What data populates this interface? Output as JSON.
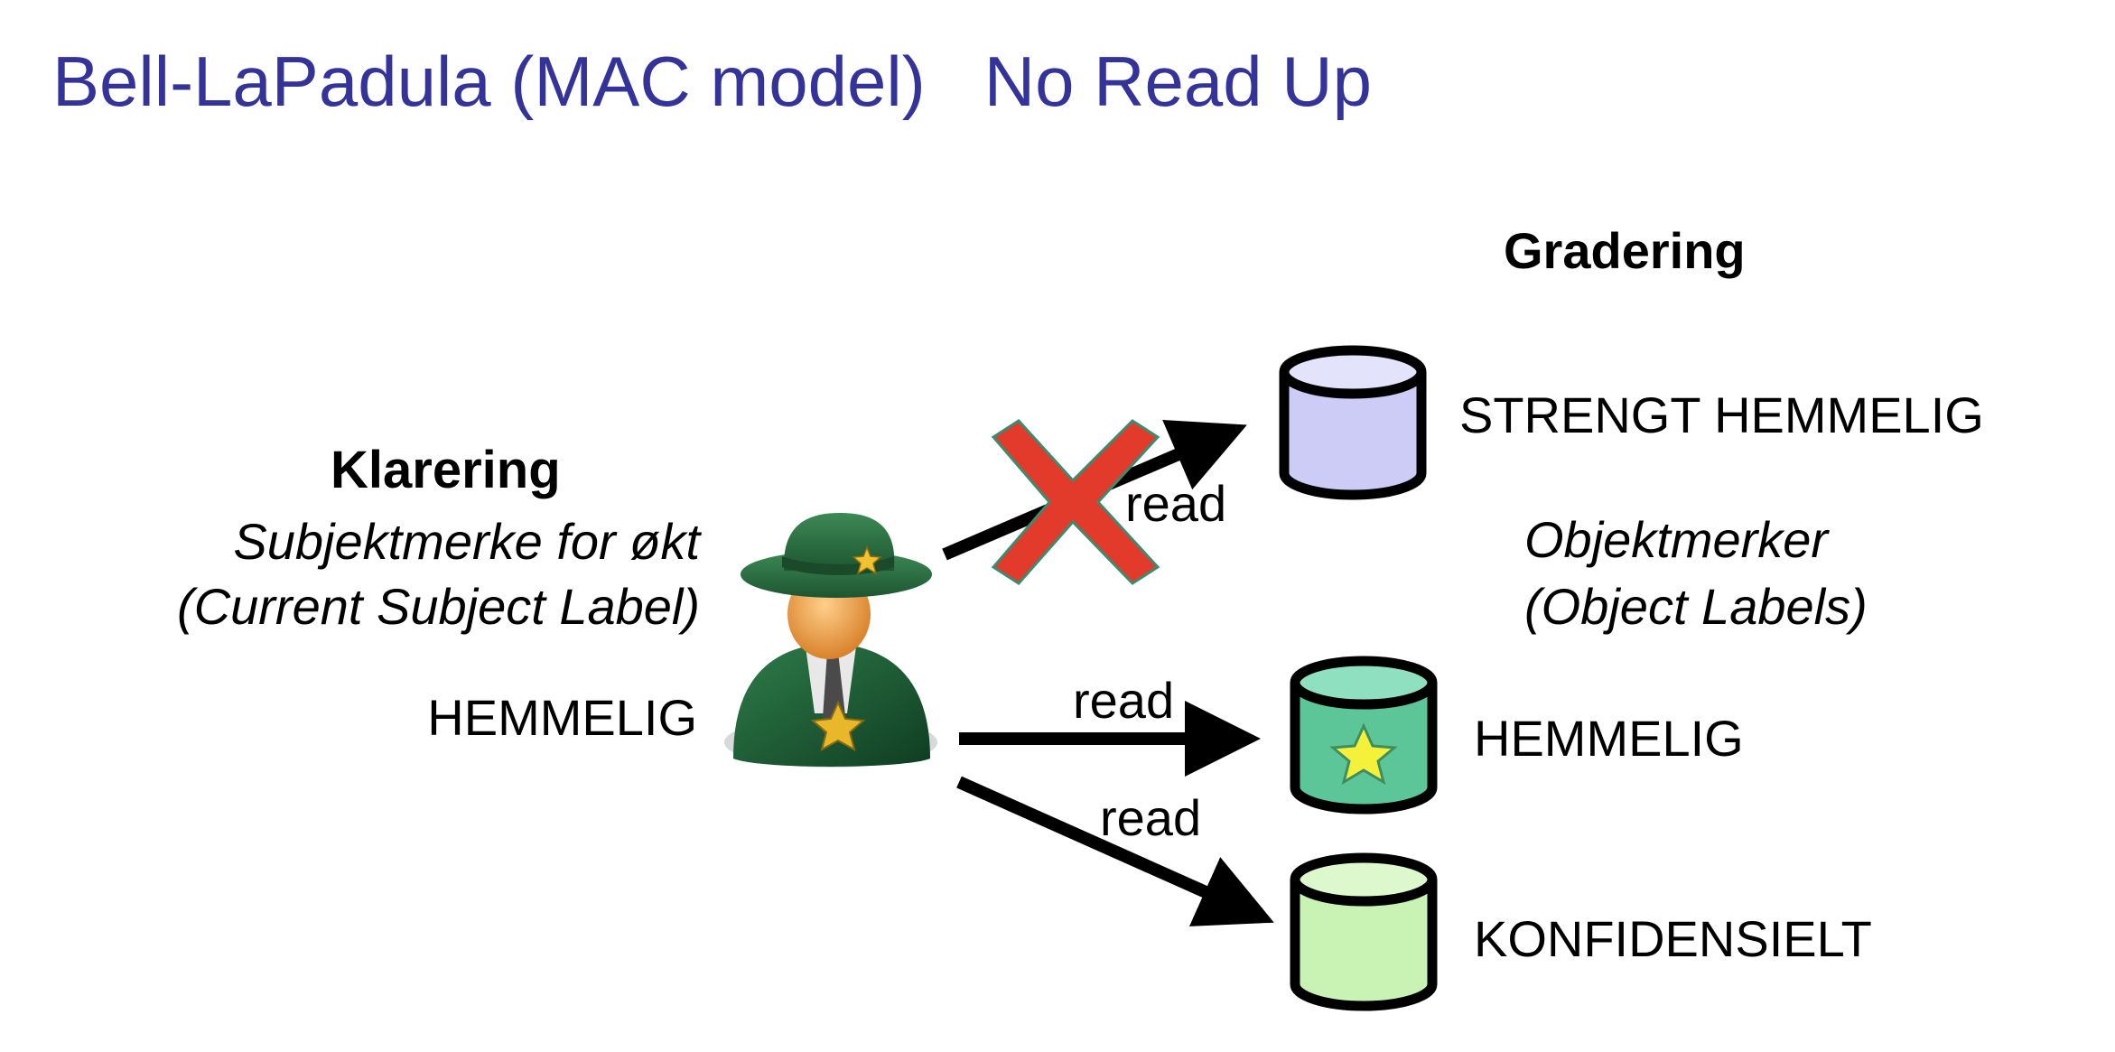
{
  "title": {
    "main": "Bell-LaPadula (MAC model)   No Read Up"
  },
  "subject": {
    "heading": "Klarering",
    "label_line1": "Subjektmerke for økt",
    "label_line2": "(Current Subject Label)",
    "clearance": "HEMMELIG",
    "icon": "agent-person-icon"
  },
  "objects": {
    "heading": "Gradering",
    "label_line1": "Objektmerker",
    "label_line2": "(Object Labels)",
    "items": [
      {
        "label": "STRENGT HEMMELIG",
        "color": "#ccccf6",
        "icon": "database-cylinder-icon"
      },
      {
        "label": "HEMMELIG",
        "color": "#5cc699",
        "icon": "database-cylinder-star-icon"
      },
      {
        "label": "KONFIDENSIELT",
        "color": "#c8f3b4",
        "icon": "database-cylinder-icon"
      }
    ]
  },
  "arrows": [
    {
      "label": "read",
      "allowed": false
    },
    {
      "label": "read",
      "allowed": true
    },
    {
      "label": "read",
      "allowed": true
    }
  ],
  "colors": {
    "title": "#333399",
    "forbidden_cross": "#e23b2c"
  }
}
